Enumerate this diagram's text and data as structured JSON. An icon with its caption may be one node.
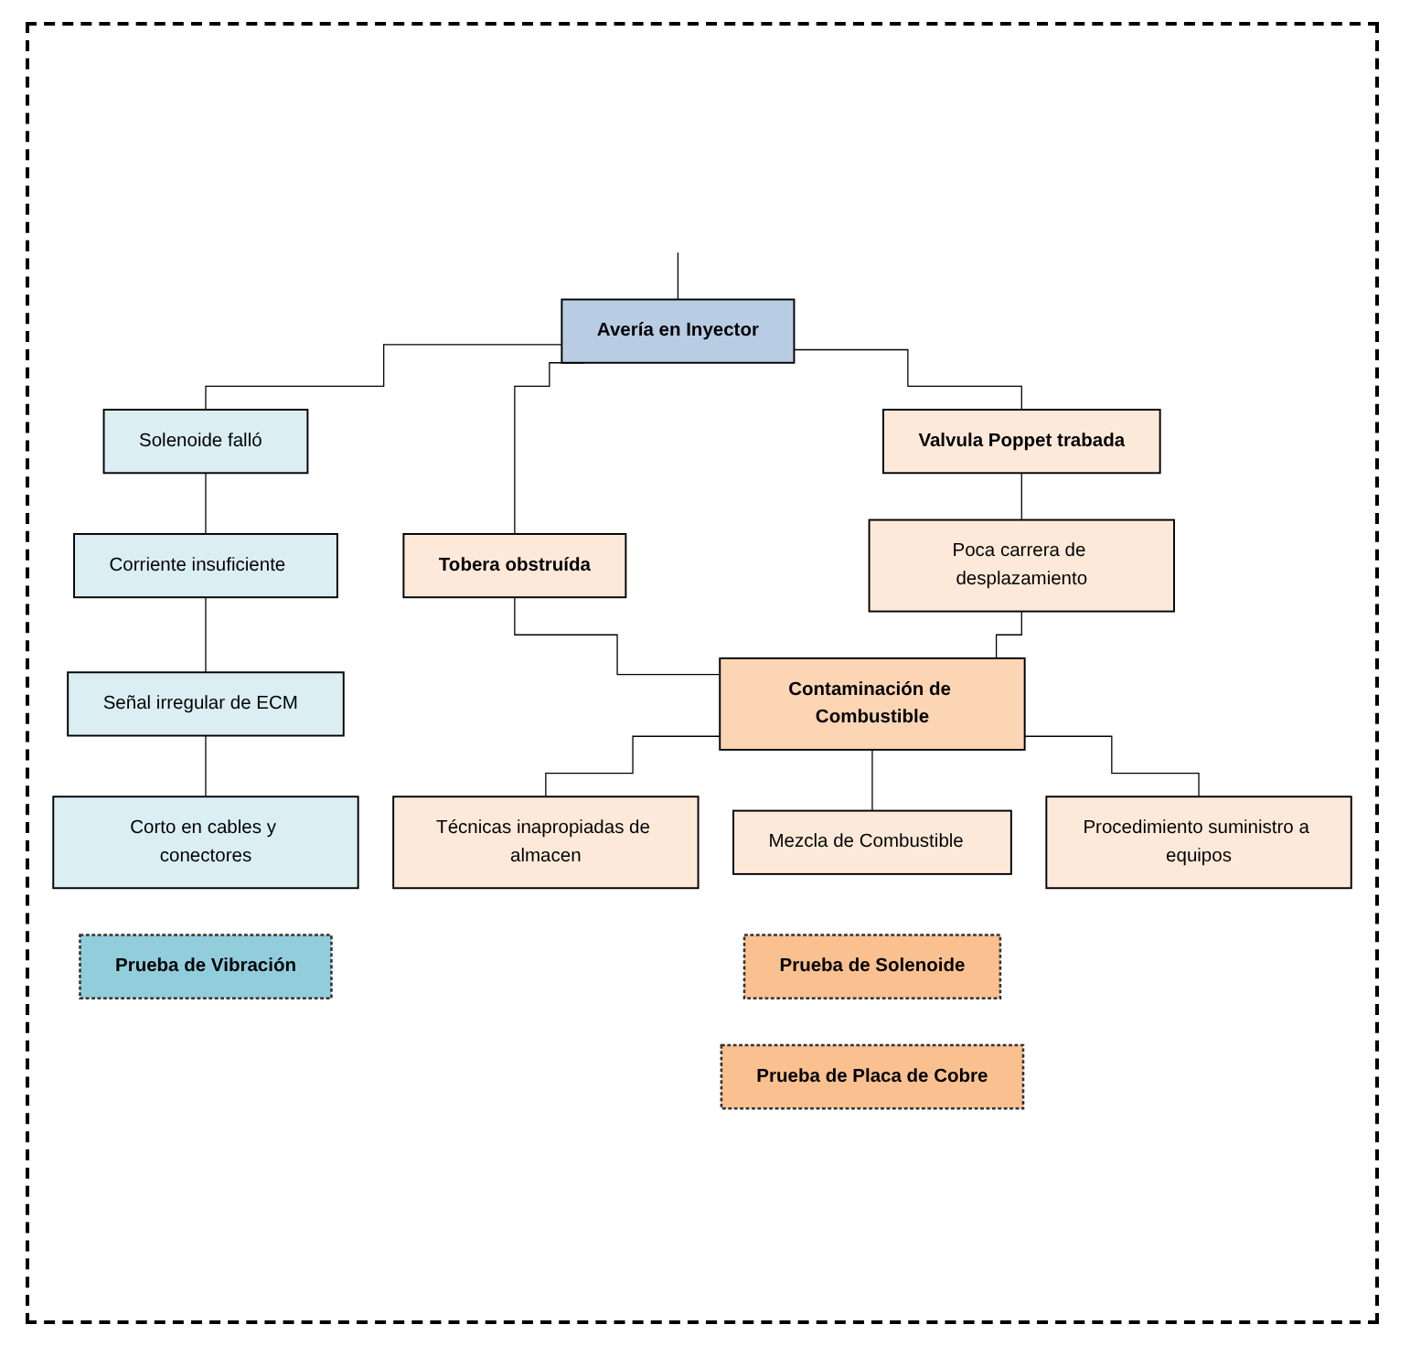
{
  "diagram": {
    "nodes": [
      {
        "text": [
          "Avería en Inyector"
        ]
      },
      {
        "text": [
          "Solenoide falló"
        ]
      },
      {
        "text": [
          "Tobera obstruída"
        ]
      },
      {
        "text": [
          "Valvula Poppet trabada"
        ]
      },
      {
        "text": [
          "Corriente insuficiente"
        ]
      },
      {
        "text": [
          "Contaminación de Combustible"
        ]
      },
      {
        "text": [
          "Poca carrera de desplazamiento"
        ]
      },
      {
        "text": [
          "Señal irregular de ECM"
        ]
      },
      {
        "text": [
          "Técnicas inapropiadas de almacen"
        ]
      },
      {
        "text": [
          "Mezcla de Combustible"
        ]
      },
      {
        "text": [
          "Procedimiento suministro a equipos"
        ]
      },
      {
        "text": [
          "Corto en cables y conectores"
        ]
      },
      {
        "text": [
          "Prueba de Vibración"
        ]
      },
      {
        "text": [
          "Prueba de Solenoide"
        ]
      },
      {
        "text": [
          "Prueba de Placa de Cobre"
        ]
      }
    ],
    "edges": [
      {
        "from": null,
        "to": 0,
        "arrow": "none"
      },
      {
        "from": 0,
        "to": 1,
        "arrow": "none"
      },
      {
        "from": 0,
        "to": 2,
        "arrow": "none"
      },
      {
        "from": 0,
        "to": 3,
        "arrow": "none"
      },
      {
        "from": 1,
        "to": 4,
        "arrow": "none"
      },
      {
        "from": 2,
        "to": 5,
        "arrow": "none"
      },
      {
        "from": 3,
        "to": 6,
        "arrow": "none"
      },
      {
        "from": 5,
        "to": 6,
        "arrow": "none"
      },
      {
        "from": 4,
        "to": 7,
        "arrow": "none"
      },
      {
        "from": 5,
        "to": 8,
        "arrow": "none"
      },
      {
        "from": 5,
        "to": 9,
        "arrow": "none"
      },
      {
        "from": 5,
        "to": 10,
        "arrow": "none"
      },
      {
        "from": 7,
        "to": 11,
        "arrow": "none"
      }
    ]
  }
}
